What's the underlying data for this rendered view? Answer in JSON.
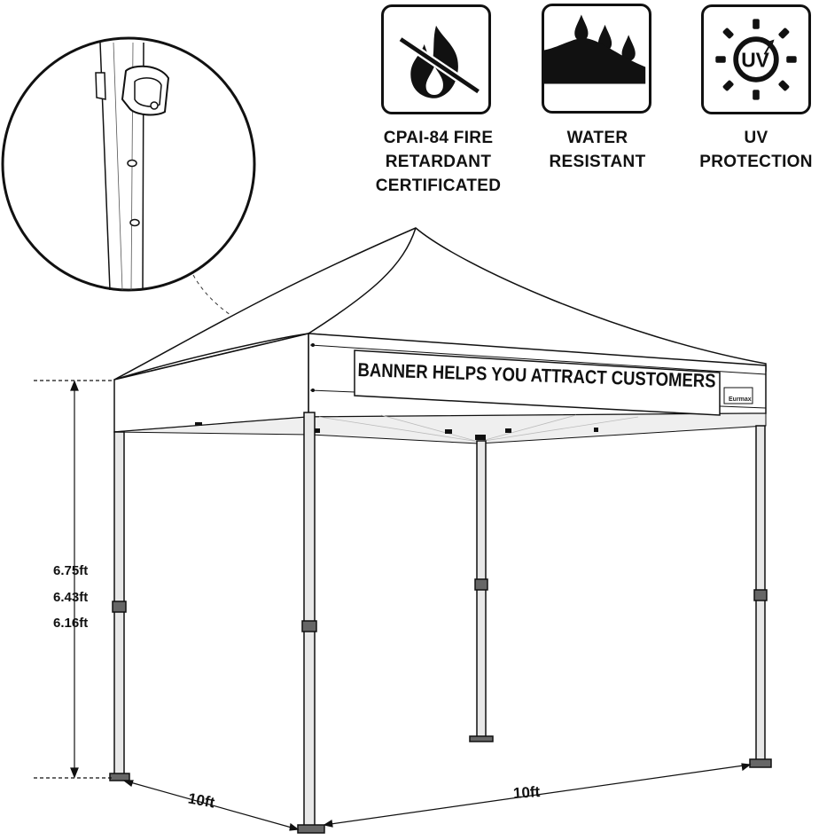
{
  "badges": [
    {
      "icon": "no-fire-icon",
      "lines": [
        "CPAI-84 FIRE",
        "RETARDANT",
        "CERTIFICATED"
      ]
    },
    {
      "icon": "water-drops-icon",
      "lines": [
        "WATER",
        "RESISTANT"
      ]
    },
    {
      "icon": "uv-sun-icon",
      "lines": [
        "UV",
        "PROTECTION"
      ],
      "icon_text": "UV"
    }
  ],
  "banner": {
    "text": "BANNER HELPS YOU ATTRACT CUSTOMERS",
    "brand": "Eurmax"
  },
  "dimensions": {
    "heights": [
      "6.75ft",
      "6.43ft",
      "6.16ft"
    ],
    "width_left": "10ft",
    "width_right": "10ft"
  },
  "colors": {
    "line": "#111111",
    "frame": "#e8e8e8",
    "background": "#ffffff"
  }
}
